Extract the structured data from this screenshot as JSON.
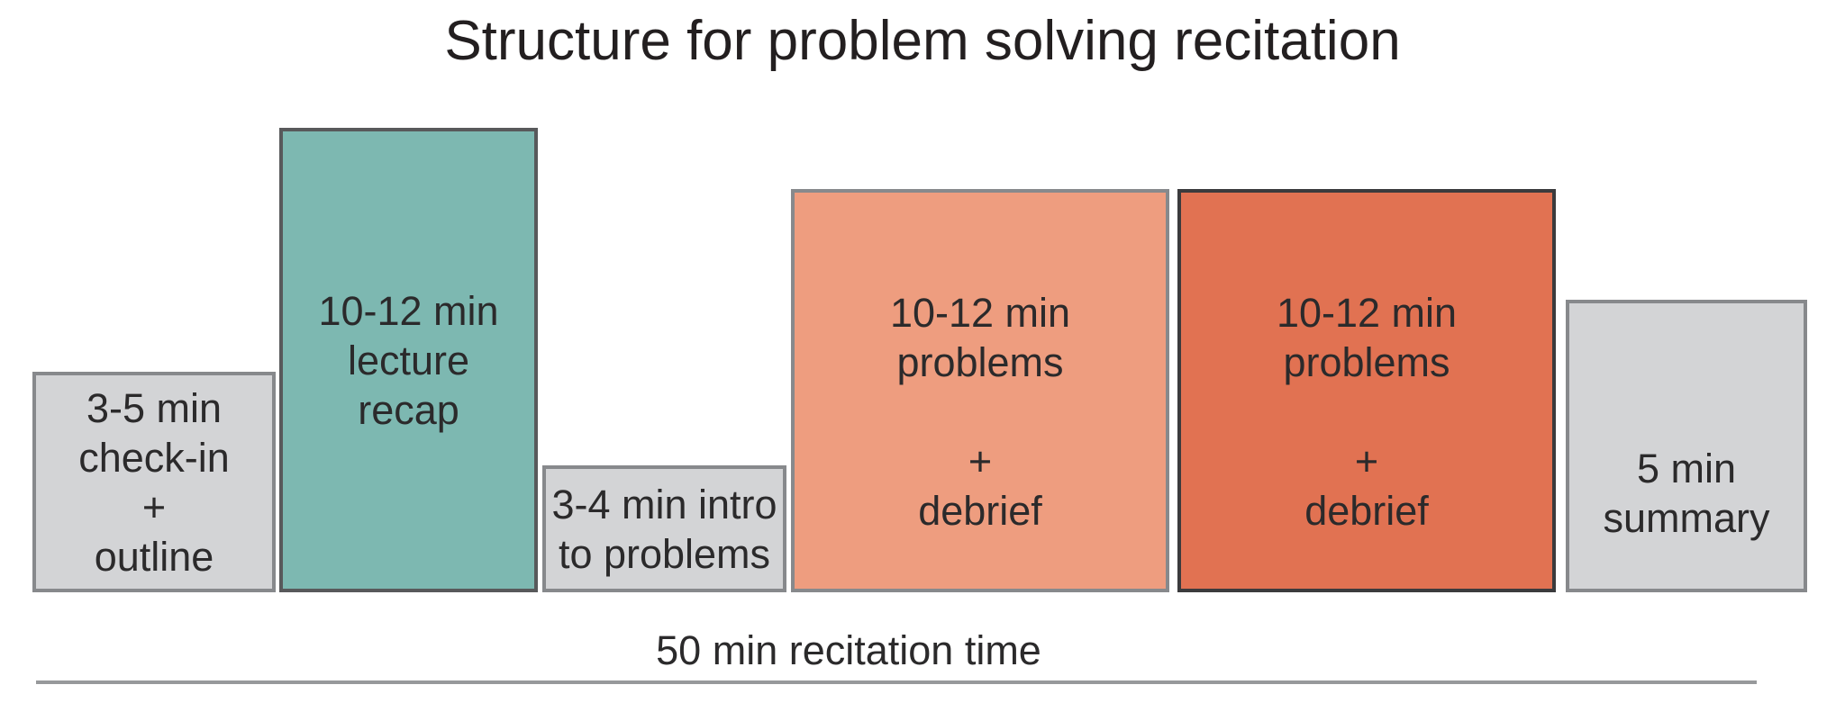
{
  "title": "Structure for problem solving recitation",
  "timeline": {
    "label": "50 min recitation time",
    "line_color": "#97999b"
  },
  "text_color": "#2b2a2b",
  "segments": [
    {
      "name": "check-in",
      "label": "3-5 min\ncheck-in\n+\noutline",
      "fill": "#d3d4d6",
      "border": "#87898c"
    },
    {
      "name": "lecture-recap",
      "label": "10-12 min\nlecture\nrecap",
      "fill": "#7db8b1",
      "border": "#58595b"
    },
    {
      "name": "intro-to-problems",
      "label": "3-4 min intro\nto problems",
      "fill": "#d3d4d6",
      "border": "#87898c"
    },
    {
      "name": "problems-debrief-1",
      "label": "10-12 min\nproblems\n\n+\ndebrief",
      "fill": "#ee9d7f",
      "border": "#87898c"
    },
    {
      "name": "problems-debrief-2",
      "label": "10-12 min\nproblems\n\n+\ndebrief",
      "fill": "#e17252",
      "border": "#3b3b3d"
    },
    {
      "name": "summary",
      "label": "5 min\nsummary",
      "fill": "#d3d4d6",
      "border": "#87898c"
    }
  ]
}
